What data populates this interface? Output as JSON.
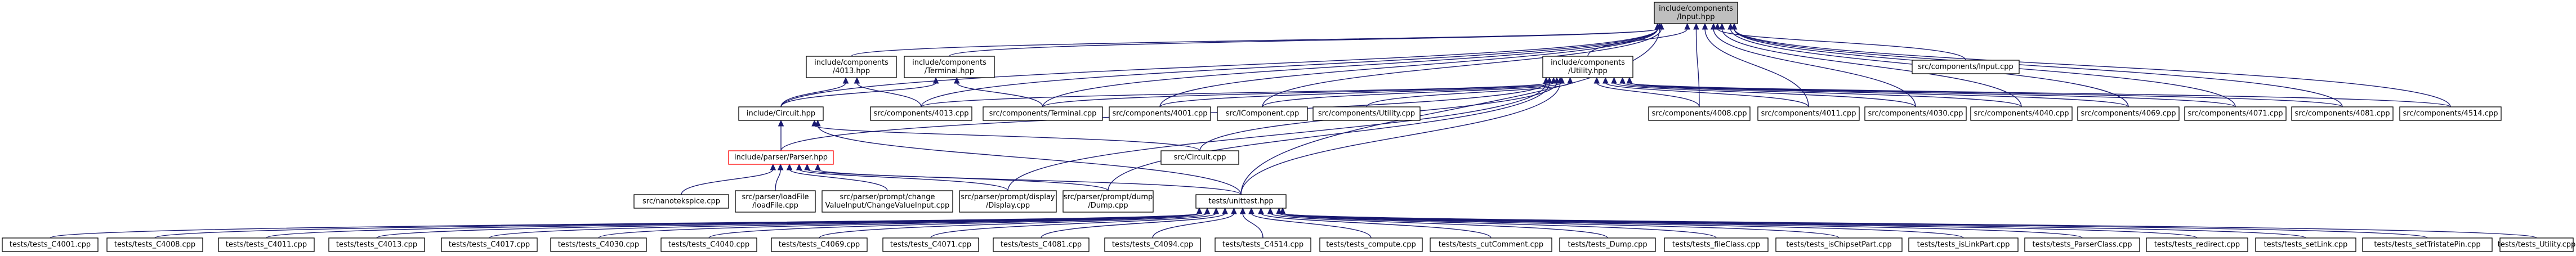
{
  "graph": {
    "nodes": [
      {
        "id": "input_hpp",
        "lines": [
          "include/components",
          "/Input.hpp"
        ],
        "style": "root"
      },
      {
        "id": "4013_hpp",
        "lines": [
          "include/components",
          "/4013.hpp"
        ]
      },
      {
        "id": "terminal_hpp",
        "lines": [
          "include/components",
          "/Terminal.hpp"
        ]
      },
      {
        "id": "utility_hpp",
        "lines": [
          "include/components",
          "/Utility.hpp"
        ]
      },
      {
        "id": "input_cpp",
        "lines": [
          "src/components/Input.cpp"
        ]
      },
      {
        "id": "circuit_hpp",
        "lines": [
          "include/Circuit.hpp"
        ]
      },
      {
        "id": "4013_cpp",
        "lines": [
          "src/components/4013.cpp"
        ]
      },
      {
        "id": "terminal_cpp",
        "lines": [
          "src/components/Terminal.cpp"
        ]
      },
      {
        "id": "4001_cpp",
        "lines": [
          "src/components/4001.cpp"
        ]
      },
      {
        "id": "icomponent_cpp",
        "lines": [
          "src/IComponent.cpp"
        ]
      },
      {
        "id": "utility_cpp",
        "lines": [
          "src/components/Utility.cpp"
        ]
      },
      {
        "id": "4008_cpp",
        "lines": [
          "src/components/4008.cpp"
        ]
      },
      {
        "id": "4011_cpp",
        "lines": [
          "src/components/4011.cpp"
        ]
      },
      {
        "id": "4030_cpp",
        "lines": [
          "src/components/4030.cpp"
        ]
      },
      {
        "id": "4040_cpp",
        "lines": [
          "src/components/4040.cpp"
        ]
      },
      {
        "id": "4069_cpp",
        "lines": [
          "src/components/4069.cpp"
        ]
      },
      {
        "id": "4071_cpp",
        "lines": [
          "src/components/4071.cpp"
        ]
      },
      {
        "id": "4081_cpp",
        "lines": [
          "src/components/4081.cpp"
        ]
      },
      {
        "id": "4514_cpp",
        "lines": [
          "src/components/4514.cpp"
        ]
      },
      {
        "id": "parser_hpp",
        "lines": [
          "include/parser/Parser.hpp"
        ],
        "style": "missing"
      },
      {
        "id": "circuit_cpp",
        "lines": [
          "src/Circuit.cpp"
        ]
      },
      {
        "id": "nanotekspice_cpp",
        "lines": [
          "src/nanotekspice.cpp"
        ]
      },
      {
        "id": "loadfile_cpp",
        "lines": [
          "src/parser/loadFile",
          "/loadFile.cpp"
        ]
      },
      {
        "id": "changevalue_cpp",
        "lines": [
          "src/parser/prompt/change",
          "ValueInput/ChangeValueInput.cpp"
        ]
      },
      {
        "id": "display_cpp",
        "lines": [
          "src/parser/prompt/display",
          "/Display.cpp"
        ]
      },
      {
        "id": "dump_cpp",
        "lines": [
          "src/parser/prompt/dump",
          "/Dump.cpp"
        ]
      },
      {
        "id": "unittest_hpp",
        "lines": [
          "tests/unittest.hpp"
        ]
      },
      {
        "id": "t_c4001",
        "lines": [
          "tests/tests_C4001.cpp"
        ]
      },
      {
        "id": "t_c4008",
        "lines": [
          "tests/tests_C4008.cpp"
        ]
      },
      {
        "id": "t_c4011",
        "lines": [
          "tests/tests_C4011.cpp"
        ]
      },
      {
        "id": "t_c4013",
        "lines": [
          "tests/tests_C4013.cpp"
        ]
      },
      {
        "id": "t_c4017",
        "lines": [
          "tests/tests_C4017.cpp"
        ]
      },
      {
        "id": "t_c4030",
        "lines": [
          "tests/tests_C4030.cpp"
        ]
      },
      {
        "id": "t_c4040",
        "lines": [
          "tests/tests_C4040.cpp"
        ]
      },
      {
        "id": "t_c4069",
        "lines": [
          "tests/tests_C4069.cpp"
        ]
      },
      {
        "id": "t_c4071",
        "lines": [
          "tests/tests_C4071.cpp"
        ]
      },
      {
        "id": "t_c4081",
        "lines": [
          "tests/tests_C4081.cpp"
        ]
      },
      {
        "id": "t_c4094",
        "lines": [
          "tests/tests_C4094.cpp"
        ]
      },
      {
        "id": "t_c4514",
        "lines": [
          "tests/tests_C4514.cpp"
        ]
      },
      {
        "id": "t_compute",
        "lines": [
          "tests/tests_compute.cpp"
        ]
      },
      {
        "id": "t_cutcomment",
        "lines": [
          "tests/tests_cutComment.cpp"
        ]
      },
      {
        "id": "t_dump",
        "lines": [
          "tests/tests_Dump.cpp"
        ]
      },
      {
        "id": "t_fileclass",
        "lines": [
          "tests/tests_fileClass.cpp"
        ]
      },
      {
        "id": "t_ischipsetpart",
        "lines": [
          "tests/tests_isChipsetPart.cpp"
        ]
      },
      {
        "id": "t_islinkpart",
        "lines": [
          "tests/tests_isLinkPart.cpp"
        ]
      },
      {
        "id": "t_parserclass",
        "lines": [
          "tests/tests_ParserClass.cpp"
        ]
      },
      {
        "id": "t_redirect",
        "lines": [
          "tests/tests_redirect.cpp"
        ]
      },
      {
        "id": "t_setlink",
        "lines": [
          "tests/tests_setLink.cpp"
        ]
      },
      {
        "id": "t_settristatepin",
        "lines": [
          "tests/tests_setTristatePin.cpp"
        ]
      },
      {
        "id": "t_utility",
        "lines": [
          "tests/tests_Utility.cpp"
        ]
      }
    ],
    "edges": [
      [
        "4013_hpp",
        "input_hpp"
      ],
      [
        "terminal_hpp",
        "input_hpp"
      ],
      [
        "utility_hpp",
        "input_hpp"
      ],
      [
        "input_cpp",
        "input_hpp"
      ],
      [
        "circuit_hpp",
        "input_hpp"
      ],
      [
        "4013_cpp",
        "input_hpp"
      ],
      [
        "terminal_cpp",
        "input_hpp"
      ],
      [
        "4001_cpp",
        "input_hpp"
      ],
      [
        "icomponent_cpp",
        "input_hpp"
      ],
      [
        "4008_cpp",
        "input_hpp"
      ],
      [
        "4011_cpp",
        "input_hpp"
      ],
      [
        "4030_cpp",
        "input_hpp"
      ],
      [
        "4040_cpp",
        "input_hpp"
      ],
      [
        "4069_cpp",
        "input_hpp"
      ],
      [
        "4071_cpp",
        "input_hpp"
      ],
      [
        "4081_cpp",
        "input_hpp"
      ],
      [
        "4514_cpp",
        "input_hpp"
      ],
      [
        "unittest_hpp",
        "input_hpp"
      ],
      [
        "circuit_hpp",
        "4013_hpp"
      ],
      [
        "4013_cpp",
        "4013_hpp"
      ],
      [
        "circuit_hpp",
        "terminal_hpp"
      ],
      [
        "terminal_cpp",
        "terminal_hpp"
      ],
      [
        "4013_cpp",
        "utility_hpp"
      ],
      [
        "terminal_cpp",
        "utility_hpp"
      ],
      [
        "4001_cpp",
        "utility_hpp"
      ],
      [
        "icomponent_cpp",
        "utility_hpp"
      ],
      [
        "utility_cpp",
        "utility_hpp"
      ],
      [
        "4008_cpp",
        "utility_hpp"
      ],
      [
        "4011_cpp",
        "utility_hpp"
      ],
      [
        "4030_cpp",
        "utility_hpp"
      ],
      [
        "4040_cpp",
        "utility_hpp"
      ],
      [
        "4069_cpp",
        "utility_hpp"
      ],
      [
        "4071_cpp",
        "utility_hpp"
      ],
      [
        "4081_cpp",
        "utility_hpp"
      ],
      [
        "4514_cpp",
        "utility_hpp"
      ],
      [
        "circuit_cpp",
        "utility_hpp"
      ],
      [
        "display_cpp",
        "utility_hpp"
      ],
      [
        "dump_cpp",
        "utility_hpp"
      ],
      [
        "unittest_hpp",
        "utility_hpp"
      ],
      [
        "parser_hpp",
        "utility_hpp"
      ],
      [
        "parser_hpp",
        "circuit_hpp"
      ],
      [
        "circuit_cpp",
        "circuit_hpp"
      ],
      [
        "unittest_hpp",
        "circuit_hpp"
      ],
      [
        "nanotekspice_cpp",
        "parser_hpp"
      ],
      [
        "loadfile_cpp",
        "parser_hpp"
      ],
      [
        "changevalue_cpp",
        "parser_hpp"
      ],
      [
        "display_cpp",
        "parser_hpp"
      ],
      [
        "dump_cpp",
        "parser_hpp"
      ],
      [
        "unittest_hpp",
        "parser_hpp"
      ],
      [
        "t_c4001",
        "unittest_hpp"
      ],
      [
        "t_c4008",
        "unittest_hpp"
      ],
      [
        "t_c4011",
        "unittest_hpp"
      ],
      [
        "t_c4013",
        "unittest_hpp"
      ],
      [
        "t_c4017",
        "unittest_hpp"
      ],
      [
        "t_c4030",
        "unittest_hpp"
      ],
      [
        "t_c4040",
        "unittest_hpp"
      ],
      [
        "t_c4069",
        "unittest_hpp"
      ],
      [
        "t_c4071",
        "unittest_hpp"
      ],
      [
        "t_c4081",
        "unittest_hpp"
      ],
      [
        "t_c4094",
        "unittest_hpp"
      ],
      [
        "t_c4514",
        "unittest_hpp"
      ],
      [
        "t_compute",
        "unittest_hpp"
      ],
      [
        "t_cutcomment",
        "unittest_hpp"
      ],
      [
        "t_dump",
        "unittest_hpp"
      ],
      [
        "t_fileclass",
        "unittest_hpp"
      ],
      [
        "t_ischipsetpart",
        "unittest_hpp"
      ],
      [
        "t_islinkpart",
        "unittest_hpp"
      ],
      [
        "t_parserclass",
        "unittest_hpp"
      ],
      [
        "t_redirect",
        "unittest_hpp"
      ],
      [
        "t_setlink",
        "unittest_hpp"
      ],
      [
        "t_settristatepin",
        "unittest_hpp"
      ],
      [
        "t_utility",
        "unittest_hpp"
      ]
    ]
  }
}
